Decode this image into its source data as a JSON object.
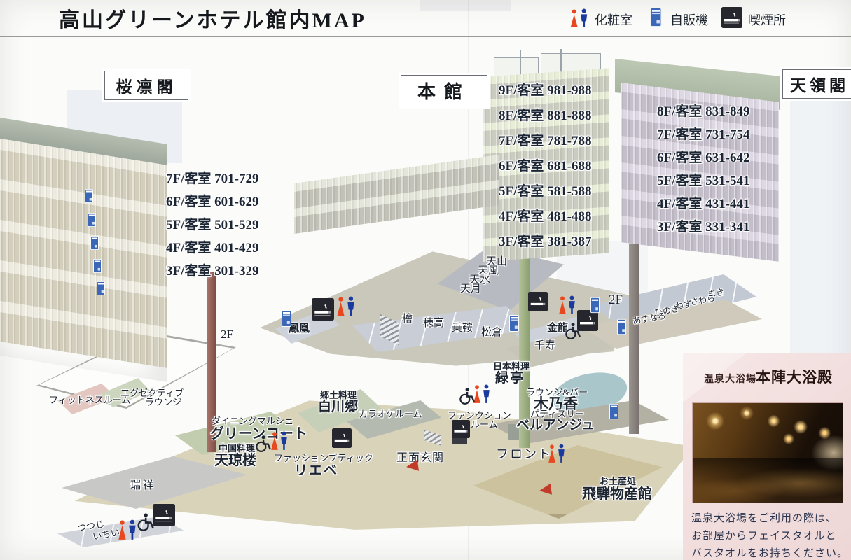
{
  "title": "高山グリーンホテル館内MAP",
  "legend": {
    "restroom_label": "化粧室",
    "vending_label": "自販機",
    "smoking_label": "喫煙所"
  },
  "buildings": {
    "ourin": {
      "name": "桜凛閣",
      "floors": [
        "7F/客室 701-729",
        "6F/客室 601-629",
        "5F/客室 501-529",
        "4F/客室 401-429",
        "3F/客室 301-329"
      ]
    },
    "honkan": {
      "name": "本館",
      "floors": [
        "9F/客室 981-988",
        "8F/客室 881-888",
        "7F/客室 781-788",
        "6F/客室 681-688",
        "5F/客室 581-588",
        "4F/客室 481-488",
        "3F/客室 381-387"
      ]
    },
    "tenryo": {
      "name": "天領閣",
      "floors": [
        "8F/客室 831-849",
        "7F/客室 731-754",
        "6F/客室 631-642",
        "5F/客室 531-541",
        "4F/客室 431-441",
        "3F/客室 331-341"
      ]
    }
  },
  "map_labels": {
    "floor2_left": "2F",
    "floor2_right": "2F",
    "houou": "鳳凰",
    "hinoki_banquet": "檜",
    "hodaka": "穂高",
    "norikura": "乗鞍",
    "matsukura": "松倉",
    "tenzan": "天山",
    "tenpuu": "天風",
    "tensui": "天水",
    "tengetsu": "天月",
    "kinryuu": "金龍",
    "senju": "千寿",
    "maki": "まき",
    "sawara": "さわら",
    "nezu": "ねず",
    "hinoki_small": "ひのき",
    "asunaro": "あすなろ",
    "fitness": "フィットネスルーム",
    "executive_line1": "エグゼクティブ",
    "executive_line2": "ラウンジ",
    "zuishou": "瑞祥",
    "tsutsuji": "つつじ",
    "ichii": "いちい"
  },
  "facilities": {
    "ryokutei_category": "日本料理",
    "ryokutei": "緑亭",
    "shirakawagou_category": "郷土料理",
    "shirakawagou": "白川郷",
    "karaoke": "カラオケルーム",
    "function_line1": "ファンクション",
    "function_line2": "ルーム",
    "konoka_category": "ラウンジ&バー",
    "konoka": "木乃香",
    "bellange_category": "パティスリー",
    "bellange": "ベルアンジュ",
    "greencourt_category": "ダイニングマルシェ",
    "greencourt": "グリーンコート",
    "tenshurou_category": "中国料理",
    "tenshurou": "天琼楼",
    "liebe_category": "ファッションブティック",
    "liebe": "リエベ",
    "entrance": "正面玄関",
    "front_desk": "フロント",
    "bussankan_category": "お土産処",
    "bussankan": "飛騨物産館"
  },
  "onsen_panel": {
    "category": "温泉大浴場",
    "name": "本陣大浴殿",
    "note_line1": "温泉大浴場をご利用の際は、",
    "note_line2": "お部屋からフェイスタオルと",
    "note_line3": "バスタオルをお持ちください。"
  },
  "colors": {
    "female_icon": "#e8481f",
    "male_icon": "#1b3a9e",
    "vending_icon": "#3a67b8",
    "smoking_bg": "#26262e",
    "arrow": "#c23b2a",
    "panel_bg": "#f2e1e1"
  }
}
